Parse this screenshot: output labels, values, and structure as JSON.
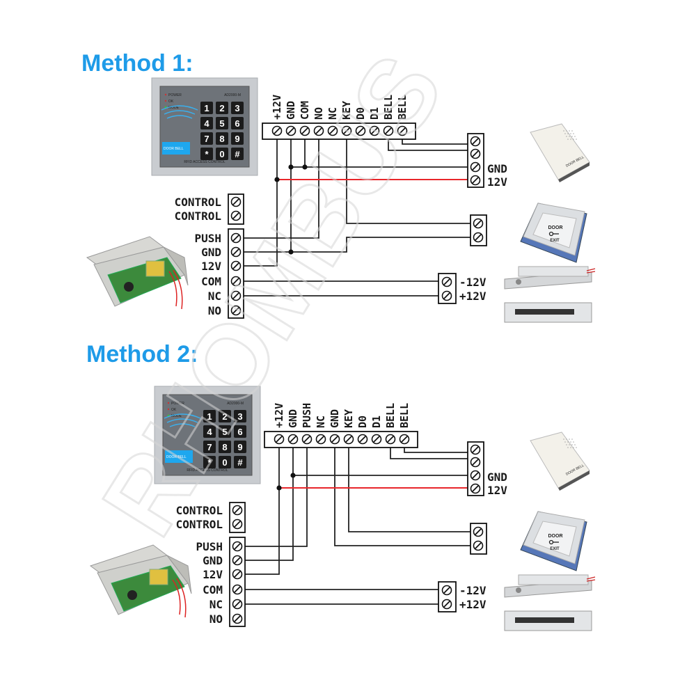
{
  "method1": {
    "title": "Method 1:",
    "strip_labels": [
      "+12V",
      "GND",
      "COM",
      "NO",
      "NC",
      "KEY",
      "D0",
      "D1",
      "BELL",
      "BELL"
    ],
    "control_labels": [
      "CONTROL",
      "CONTROL"
    ],
    "psu_labels": [
      "PUSH",
      "GND",
      "12V",
      "COM",
      "NC",
      "NO"
    ],
    "bell_labels": [
      "GND",
      "12V"
    ],
    "lock_labels": [
      "-12V",
      "+12V"
    ]
  },
  "method2": {
    "title": "Method 2:",
    "strip_labels": [
      "+12V",
      "GND",
      "PUSH",
      "NC",
      "GND",
      "KEY",
      "D0",
      "D1",
      "BELL",
      "BELL"
    ],
    "control_labels": [
      "CONTROL",
      "CONTROL"
    ],
    "psu_labels": [
      "PUSH",
      "GND",
      "12V",
      "COM",
      "NC",
      "NO"
    ],
    "bell_labels": [
      "GND",
      "12V"
    ],
    "lock_labels": [
      "-12V",
      "+12V"
    ]
  },
  "keypad": {
    "model": "AD2000-M",
    "caption": "RFID ACCESS CONTROL",
    "leds": [
      "POWER",
      "OK",
      "MODE"
    ],
    "keys": [
      "1",
      "2",
      "3",
      "4",
      "5",
      "6",
      "7",
      "8",
      "9",
      "*",
      "0",
      "#"
    ],
    "bell_button": "DOOR BELL"
  },
  "exit_button": {
    "top": "DOOR",
    "bottom": "EXIT"
  },
  "doorbell": {
    "label": "DOOR BELL"
  },
  "watermark": "RHOMBUS",
  "colors": {
    "title": "#1e9be8",
    "wire": "#222222",
    "power_wire": "#e8262a"
  }
}
